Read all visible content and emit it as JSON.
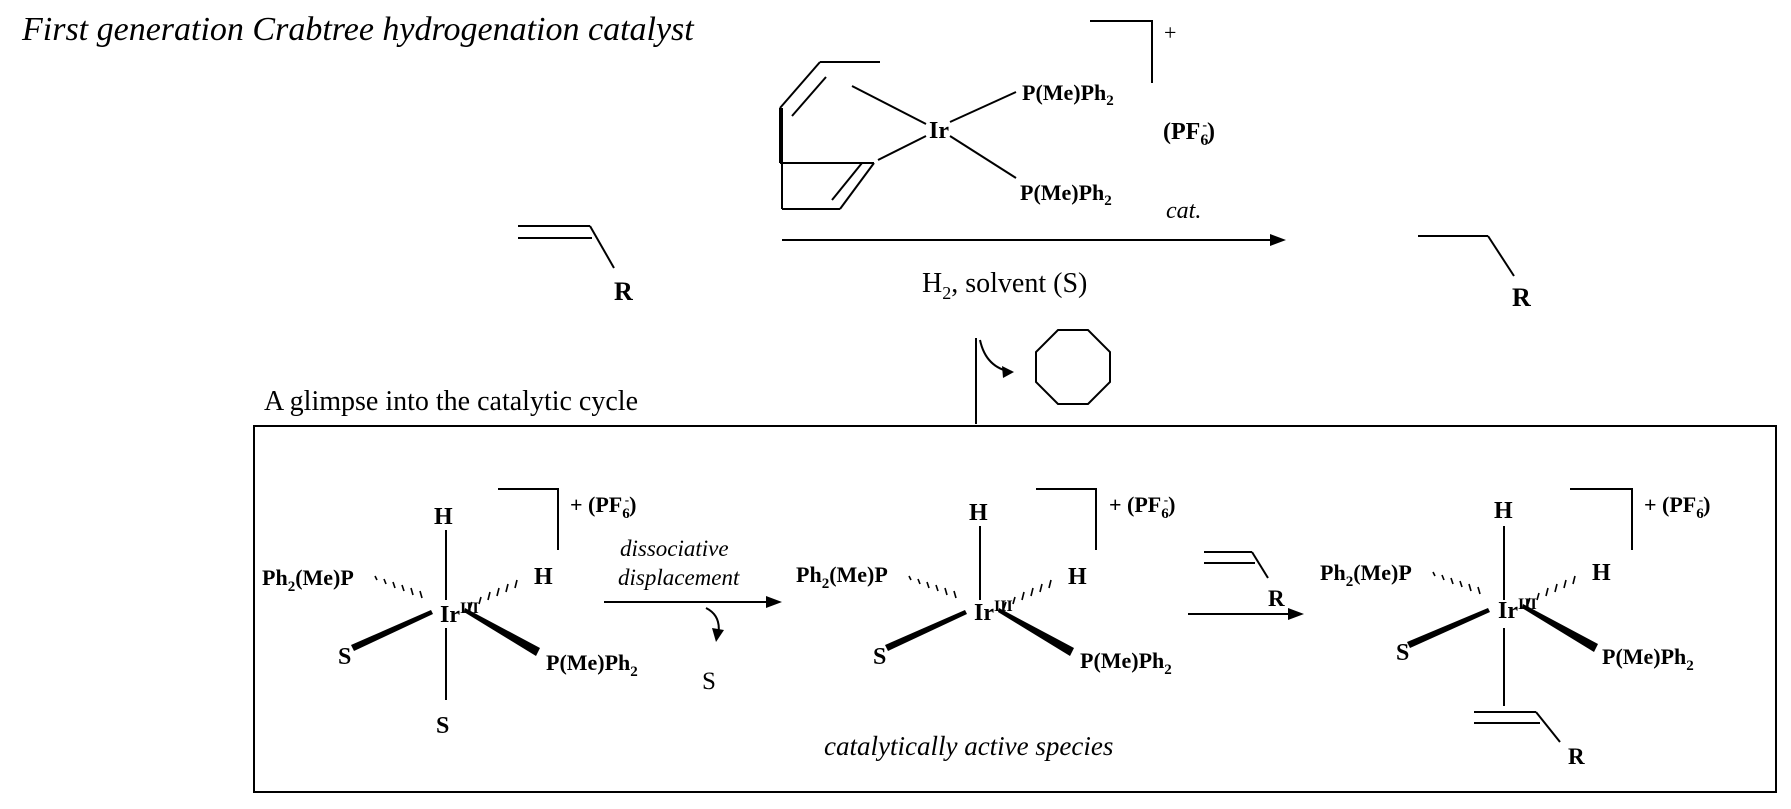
{
  "title": "First generation Crabtree hydrogenation catalyst",
  "catalyst": {
    "metal": "Ir",
    "ligand_top": "P(Me)Ph",
    "ligand_bottom": "P(Me)Ph",
    "sub2": "2",
    "charge": "+",
    "counterion_main": "(PF",
    "counterion_sub": "6",
    "counterion_sup": "-",
    "counterion_close": ")"
  },
  "reaction": {
    "reactant_r": "R",
    "product_r": "R",
    "above_arrow": "cat.",
    "below_arrow_h": "H",
    "below_arrow_sub": "2",
    "below_arrow_rest": ", solvent (S)"
  },
  "cycle": {
    "heading": "A glimpse into the catalytic cycle",
    "ir": "Ir",
    "ox_state": "III",
    "h": "H",
    "s": "S",
    "r": "R",
    "pl_left_a": "Ph",
    "pl_left_sub": "2",
    "pl_left_b": "(Me)P",
    "pl_right_a": "P(Me)Ph",
    "pl_right_sub": "2",
    "charge_text": "+ (PF",
    "charge_sub": "6",
    "charge_sup": "-",
    "charge_close": ")",
    "step1_line1": "dissociative",
    "step1_line2": "displacement",
    "step1_leaving": "S",
    "active_label": "catalytically active species"
  }
}
